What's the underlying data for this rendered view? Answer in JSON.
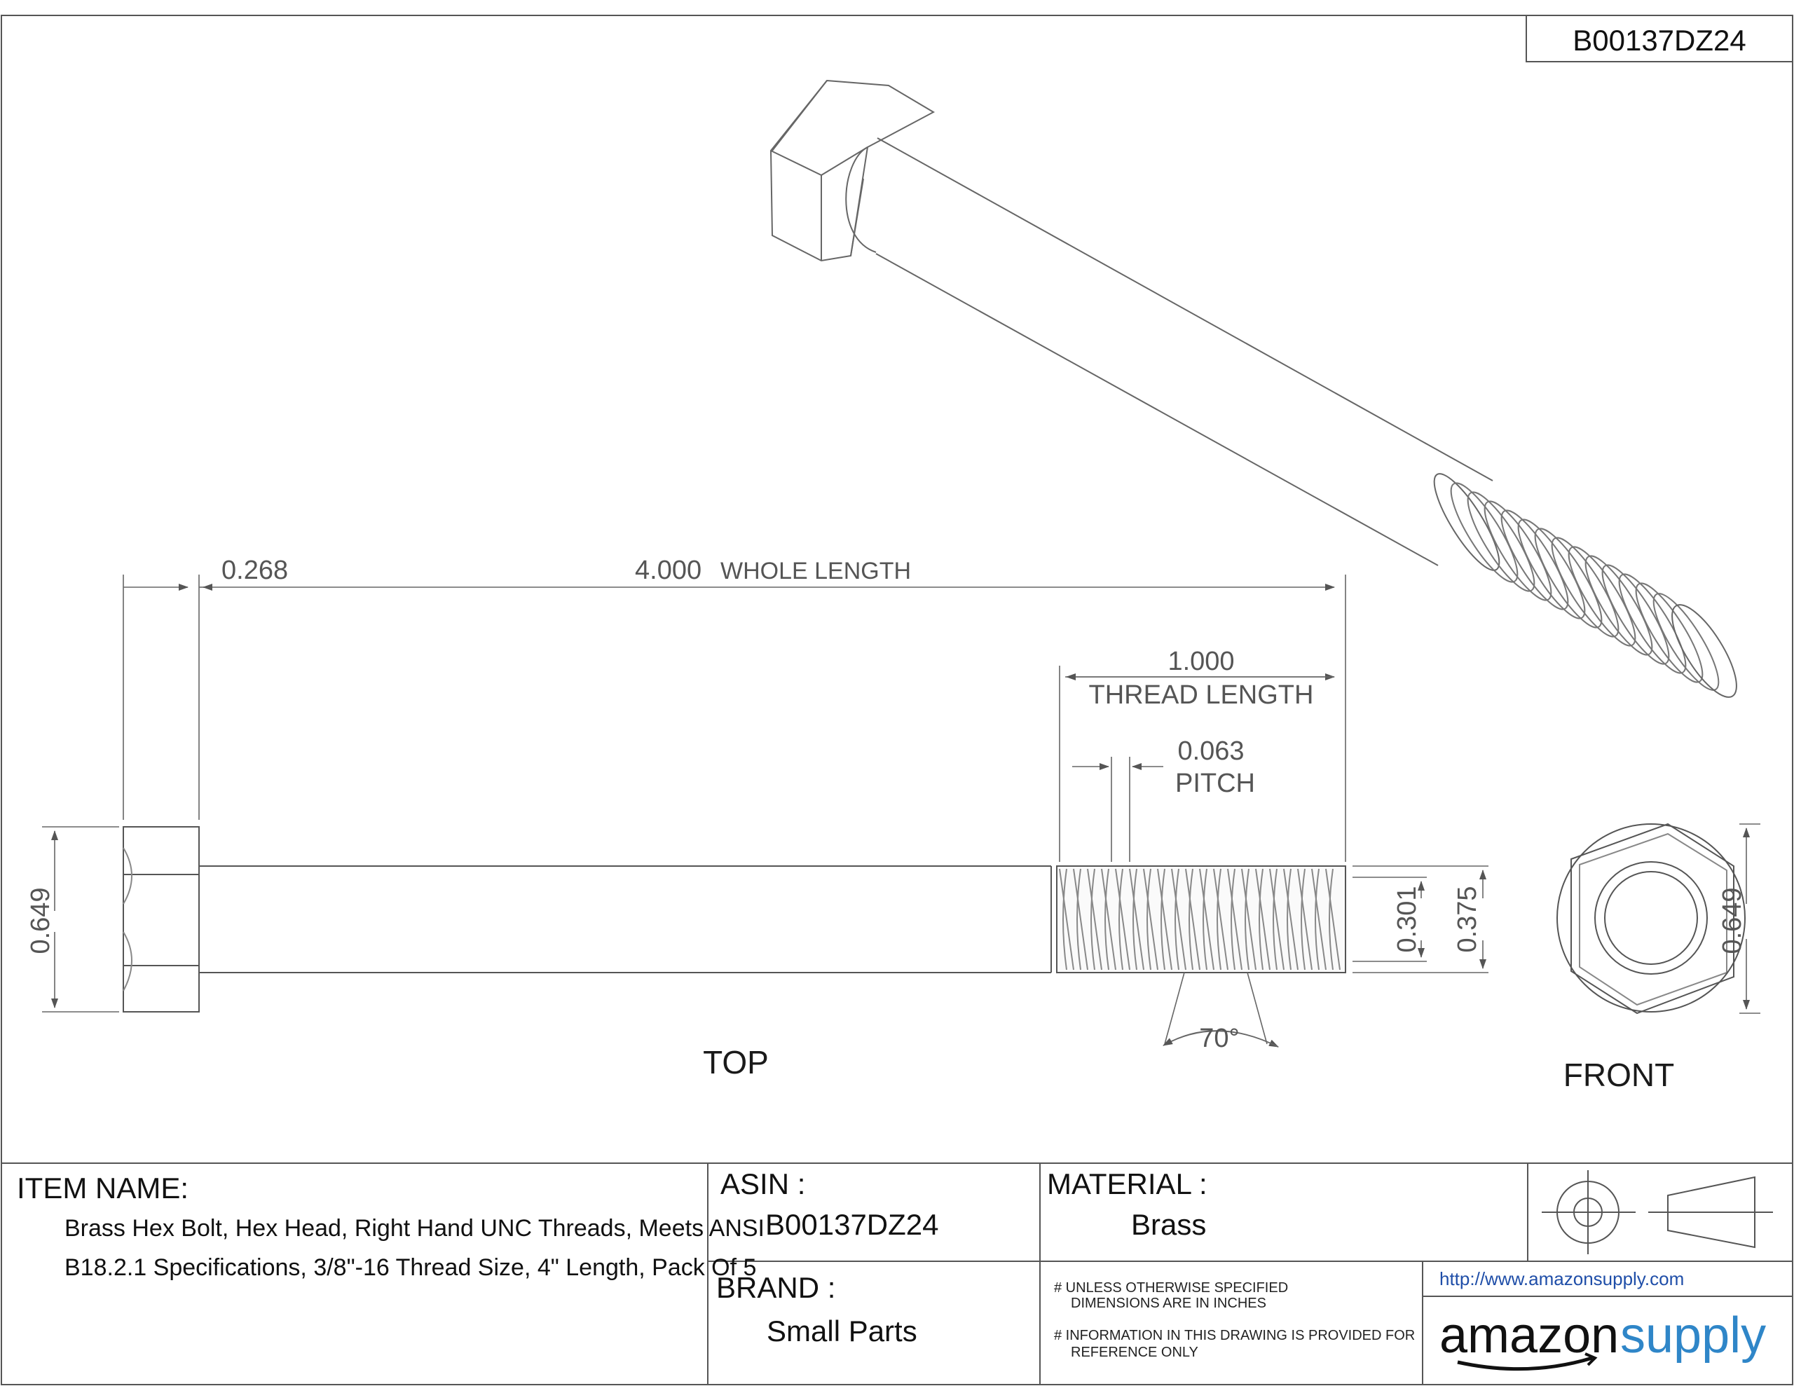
{
  "drawing": {
    "part_code": "B00137DZ24",
    "views": {
      "top_label": "TOP",
      "front_label": "FRONT"
    },
    "dimensions": {
      "head_height": "0.268",
      "whole_length_value": "4.000",
      "whole_length_label": "WHOLE LENGTH",
      "thread_length_value": "1.000",
      "thread_length_label": "THREAD LENGTH",
      "pitch_value": "0.063",
      "pitch_label": "PITCH",
      "head_width_top": "0.649",
      "minor_diameter": "0.301",
      "major_diameter": "0.375",
      "head_width_front": "0.649",
      "thread_angle": "70°"
    }
  },
  "title_block": {
    "item_name_label": "ITEM NAME:",
    "item_name_line1": "Brass Hex Bolt, Hex Head, Right Hand UNC Threads, Meets ANSI",
    "item_name_line2": "B18.2.1 Specifications, 3/8\"-16 Thread Size, 4\" Length, Pack Of 5",
    "asin_label": "ASIN :",
    "asin_value": "B00137DZ24",
    "material_label": "MATERIAL :",
    "material_value": "Brass",
    "brand_label": "BRAND :",
    "brand_value": "Small Parts",
    "note1_line1": "# UNLESS OTHERWISE SPECIFIED",
    "note1_line2": "DIMENSIONS ARE IN INCHES",
    "note2_line1": "# INFORMATION IN THIS DRAWING IS PROVIDED FOR",
    "note2_line2": "REFERENCE ONLY",
    "url": "http://www.amazonsupply.com",
    "logo_part1": "amazon",
    "logo_part2": "supply"
  }
}
